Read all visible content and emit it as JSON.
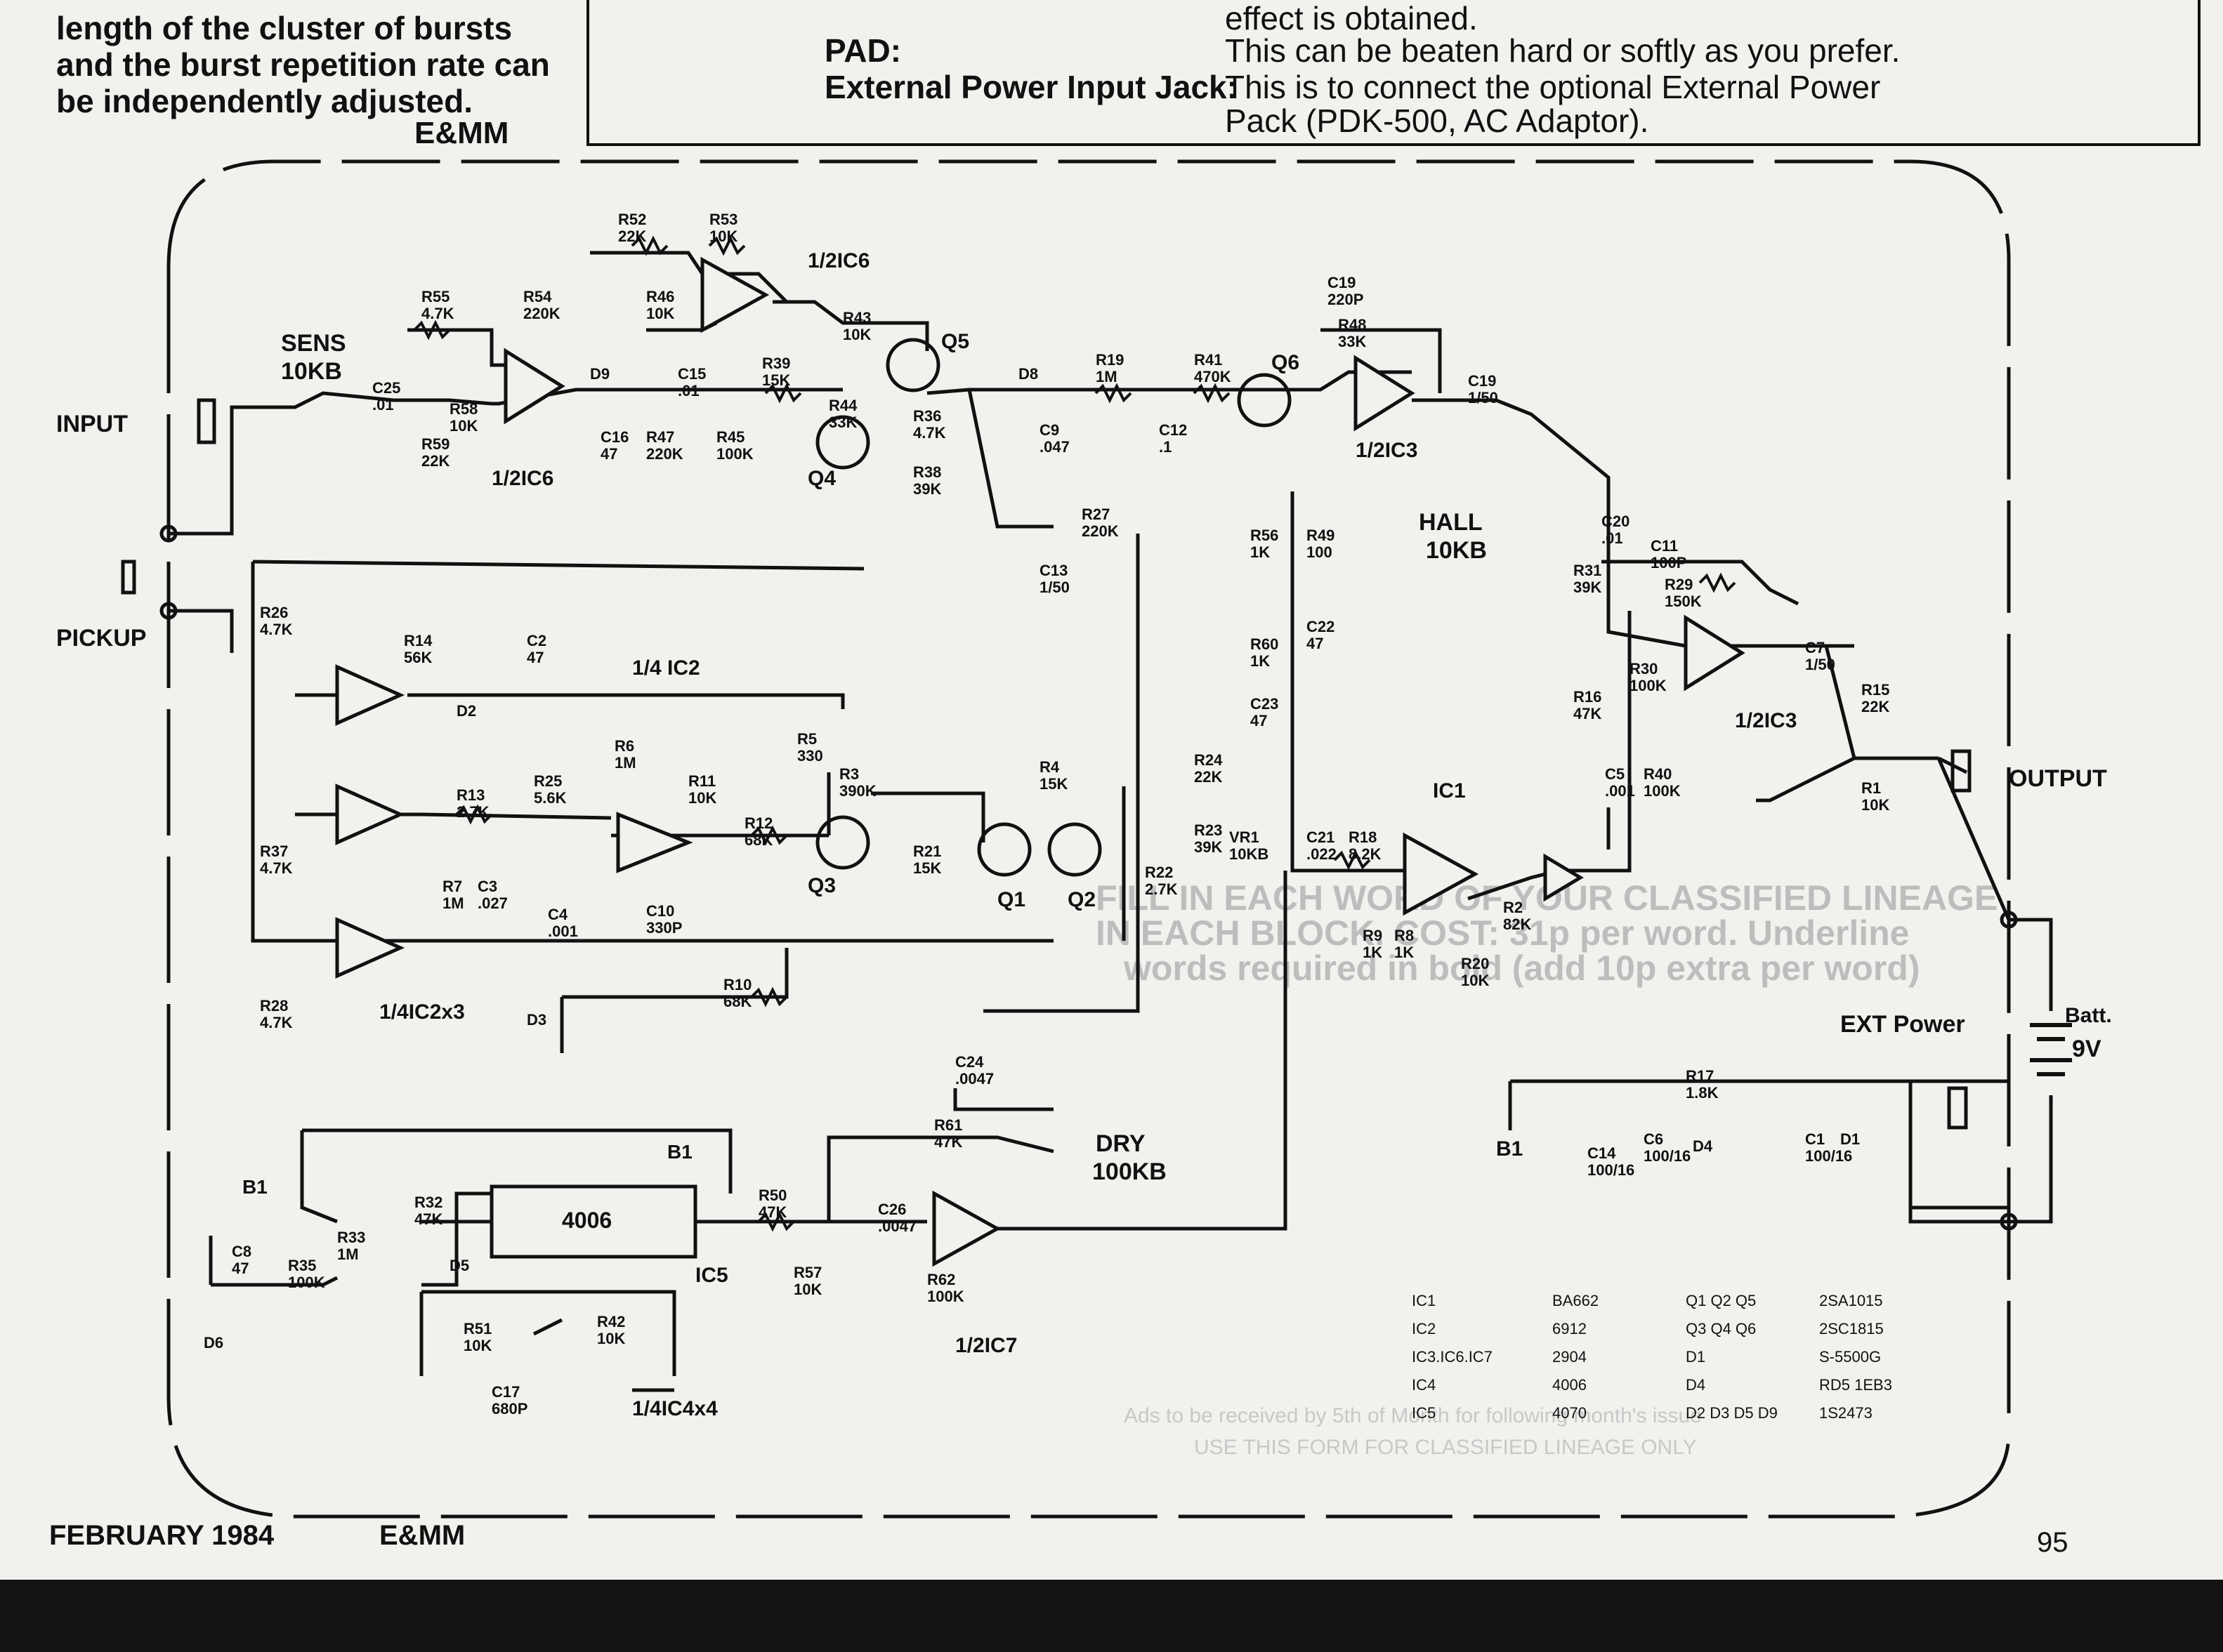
{
  "top_left_text": [
    "length of the cluster of bursts",
    "and the burst repetition rate can",
    "be independently adjusted."
  ],
  "top_left_brand": "E&MM",
  "top_right_box": {
    "fragment": "effect is obtained.",
    "rows": [
      {
        "key": "PAD:",
        "value": "This can be beaten hard or softly as you prefer."
      },
      {
        "key": "External Power Input Jack:",
        "value": "This is to connect the optional External Power"
      },
      {
        "key": "",
        "value": "Pack (PDK-500, AC Adaptor)."
      }
    ]
  },
  "schematic": {
    "io_labels": {
      "input": "INPUT",
      "pickup": "PICKUP",
      "output": "OUTPUT",
      "ext_power": "EXT Power",
      "batt": "Batt.",
      "batt_v": "9V"
    },
    "controls": [
      {
        "name": "SENS",
        "value": "10KB"
      },
      {
        "name": "HALL",
        "value": "10KB"
      },
      {
        "name": "DRY",
        "value": "100KB"
      }
    ],
    "ic_labels": {
      "ic6_a": "1/2IC6",
      "ic6_b": "1/2IC6",
      "ic3_a": "1/2IC3",
      "ic3_b": "1/2IC3",
      "ic2_a": "1/4 IC2",
      "ic2_b": "1/4IC2x3",
      "ic1": "IC1",
      "ic5_chip": "4006",
      "ic5": "IC5",
      "ic4": "1/4IC4x4",
      "ic7": "1/2IC7"
    },
    "transistors": [
      "Q1",
      "Q2",
      "Q3",
      "Q4",
      "Q5",
      "Q6"
    ],
    "components": [
      {
        "ref": "R52",
        "val": "22K"
      },
      {
        "ref": "R53",
        "val": "10K"
      },
      {
        "ref": "R55",
        "val": "4.7K"
      },
      {
        "ref": "R54",
        "val": "220K"
      },
      {
        "ref": "R46",
        "val": "10K"
      },
      {
        "ref": "R43",
        "val": "10K"
      },
      {
        "ref": "C25",
        "val": ".01"
      },
      {
        "ref": "R58",
        "val": "10K"
      },
      {
        "ref": "R59",
        "val": "22K"
      },
      {
        "ref": "D9",
        "val": ""
      },
      {
        "ref": "C15",
        "val": ".01"
      },
      {
        "ref": "R39",
        "val": "15K"
      },
      {
        "ref": "R47",
        "val": "220K"
      },
      {
        "ref": "R45",
        "val": "100K"
      },
      {
        "ref": "R44",
        "val": "33K"
      },
      {
        "ref": "R36",
        "val": "4.7K"
      },
      {
        "ref": "R38",
        "val": "39K"
      },
      {
        "ref": "C16",
        "val": "47"
      },
      {
        "ref": "D8",
        "val": ""
      },
      {
        "ref": "R19",
        "val": "1M"
      },
      {
        "ref": "R41",
        "val": "470K"
      },
      {
        "ref": "C9",
        "val": ".047"
      },
      {
        "ref": "C12",
        "val": ".1"
      },
      {
        "ref": "R27",
        "val": "220K"
      },
      {
        "ref": "C13",
        "val": "1/50"
      },
      {
        "ref": "C19",
        "val": "220P"
      },
      {
        "ref": "R48",
        "val": "33K"
      },
      {
        "ref": "C19",
        "val": "1/50"
      },
      {
        "ref": "R56",
        "val": "1K"
      },
      {
        "ref": "R49",
        "val": "100"
      },
      {
        "ref": "C22",
        "val": "47"
      },
      {
        "ref": "R60",
        "val": "1K"
      },
      {
        "ref": "C23",
        "val": "47"
      },
      {
        "ref": "C20",
        "val": ".01"
      },
      {
        "ref": "R31",
        "val": "39K"
      },
      {
        "ref": "C11",
        "val": "100P"
      },
      {
        "ref": "R29",
        "val": "150K"
      },
      {
        "ref": "R16",
        "val": "47K"
      },
      {
        "ref": "R30",
        "val": "100K"
      },
      {
        "ref": "R40",
        "val": "100K"
      },
      {
        "ref": "C5",
        "val": ".001"
      },
      {
        "ref": "C7",
        "val": "1/50"
      },
      {
        "ref": "R15",
        "val": "22K"
      },
      {
        "ref": "R1",
        "val": "10K"
      },
      {
        "ref": "R26",
        "val": "4.7K"
      },
      {
        "ref": "R14",
        "val": "56K"
      },
      {
        "ref": "D2",
        "val": ""
      },
      {
        "ref": "C2",
        "val": "47"
      },
      {
        "ref": "R25",
        "val": "5.6K"
      },
      {
        "ref": "R6",
        "val": "1M"
      },
      {
        "ref": "R13",
        "val": "2.7K"
      },
      {
        "ref": "R5",
        "val": "330"
      },
      {
        "ref": "R3",
        "val": "390K"
      },
      {
        "ref": "R11",
        "val": "10K"
      },
      {
        "ref": "R12",
        "val": "68K"
      },
      {
        "ref": "R4",
        "val": "15K"
      },
      {
        "ref": "R21",
        "val": "15K"
      },
      {
        "ref": "C10",
        "val": "330P"
      },
      {
        "ref": "R37",
        "val": "4.7K"
      },
      {
        "ref": "R7",
        "val": "1M"
      },
      {
        "ref": "C3",
        "val": ".027"
      },
      {
        "ref": "C4",
        "val": ".001"
      },
      {
        "ref": "R28",
        "val": "4.7K"
      },
      {
        "ref": "R10",
        "val": "68K"
      },
      {
        "ref": "D3",
        "val": ""
      },
      {
        "ref": "R24",
        "val": "22K"
      },
      {
        "ref": "R23",
        "val": "39K"
      },
      {
        "ref": "VR1",
        "val": "10KB"
      },
      {
        "ref": "R22",
        "val": "2.7K"
      },
      {
        "ref": "C21",
        "val": ".022"
      },
      {
        "ref": "R18",
        "val": "8.2K"
      },
      {
        "ref": "R9",
        "val": "1K"
      },
      {
        "ref": "R8",
        "val": "1K"
      },
      {
        "ref": "R2",
        "val": "82K"
      },
      {
        "ref": "R20",
        "val": "10K"
      },
      {
        "ref": "C24",
        "val": ".0047"
      },
      {
        "ref": "R61",
        "val": "47K"
      },
      {
        "ref": "R50",
        "val": "47K"
      },
      {
        "ref": "C26",
        "val": ".0047"
      },
      {
        "ref": "R57",
        "val": "10K"
      },
      {
        "ref": "R62",
        "val": "100K"
      },
      {
        "ref": "R32",
        "val": "47K"
      },
      {
        "ref": "R35",
        "val": "100K"
      },
      {
        "ref": "R33",
        "val": "1M"
      },
      {
        "ref": "C8",
        "val": "47"
      },
      {
        "ref": "D6",
        "val": ""
      },
      {
        "ref": "D5",
        "val": ""
      },
      {
        "ref": "R51",
        "val": "10K"
      },
      {
        "ref": "R42",
        "val": "10K"
      },
      {
        "ref": "C17",
        "val": "680P"
      },
      {
        "ref": "R17",
        "val": "1.8K"
      },
      {
        "ref": "C14",
        "val": "100/16"
      },
      {
        "ref": "C6",
        "val": "100/16"
      },
      {
        "ref": "D4",
        "val": ""
      },
      {
        "ref": "C1",
        "val": "100/16"
      },
      {
        "ref": "D1",
        "val": ""
      }
    ],
    "misc_labels": {
      "b1": "B1"
    },
    "parts_table": [
      {
        "ic": "IC1",
        "ic_part": "BA662",
        "q": "Q1 Q2 Q5",
        "q_part": "2SA1015"
      },
      {
        "ic": "IC2",
        "ic_part": "6912",
        "q": "Q3 Q4 Q6",
        "q_part": "2SC1815"
      },
      {
        "ic": "IC3.IC6.IC7",
        "ic_part": "2904",
        "q": "D1",
        "q_part": "S-5500G"
      },
      {
        "ic": "IC4",
        "ic_part": "4006",
        "q": "D4",
        "q_part": "RD5 1EB3"
      },
      {
        "ic": "IC5",
        "ic_part": "4070",
        "q": "D2 D3 D5 D9",
        "q_part": "1S2473"
      }
    ]
  },
  "background_ghost": [
    "FILL IN EACH WORD OF YOUR CLASSIFIED LINEAGE",
    "IN EACH BLOCK. COST: 31p per word. Underline",
    "words required in bold (add 10p extra per word)",
    "Ads to be received by 5th of Month for following month's issue",
    "USE THIS FORM FOR CLASSIFIED LINEAGE ONLY"
  ],
  "footer": {
    "date": "FEBRUARY 1984",
    "brand": "E&MM",
    "page": "95"
  }
}
